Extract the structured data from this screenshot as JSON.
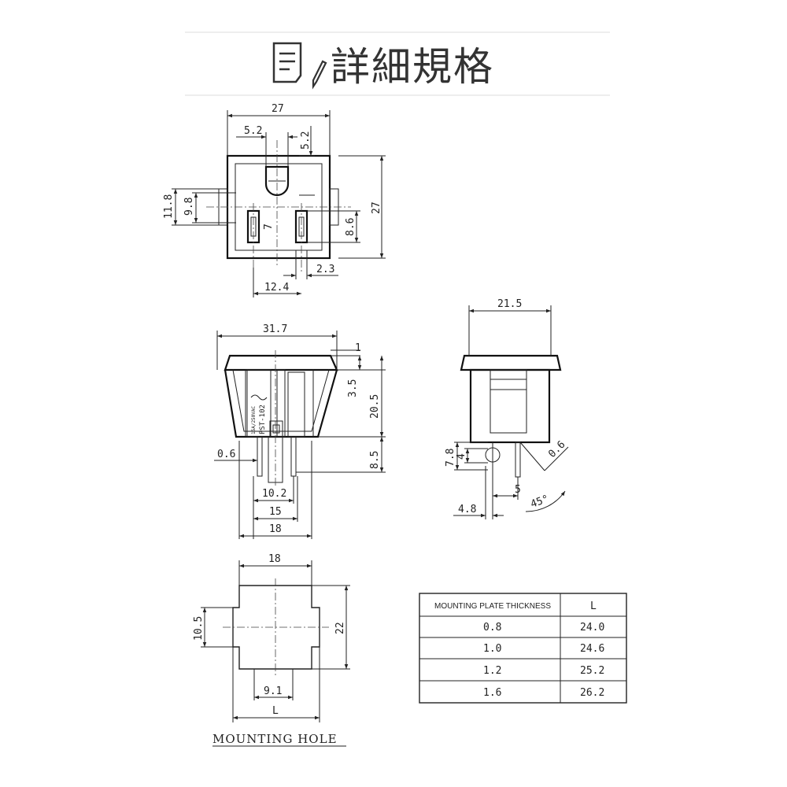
{
  "header": {
    "title": "詳細規格",
    "icon": "document-pencil-icon"
  },
  "front_view": {
    "width": "27",
    "top_left_offset": "5.2",
    "top_pin_height": "5.2",
    "height_left_outer": "11.8",
    "height_left_inner": "9.8",
    "height_right": "27",
    "slot_height": "8.6",
    "slot_width": "2.3",
    "slot_spacing": "12.4",
    "slot_marker": "7"
  },
  "side_view": {
    "width": "31.7",
    "flange": "1",
    "h_top": "3.5",
    "h_body": "20.5",
    "h_pins": "8.5",
    "pin_thickness": "0.6",
    "pin_span": "10.2",
    "base_width": "15",
    "total_width": "18",
    "label_line1": "15A/250VAC",
    "label_line2": "PST-102"
  },
  "end_view": {
    "width": "21.5",
    "h_outer": "7.8",
    "h_inner": "4",
    "pin_thickness": "0.6",
    "pin_offset": "5",
    "base_offset": "4.8",
    "angle": "45°"
  },
  "mounting_hole": {
    "title": "MOUNTING HOLE",
    "top_width": "18",
    "side_height": "10.5",
    "total_height": "22",
    "bottom_width": "9.1",
    "length_label": "L"
  },
  "table": {
    "header": [
      "MOUNTING PLATE THICKNESS",
      "L"
    ],
    "rows": [
      [
        "0.8",
        "24.0"
      ],
      [
        "1.0",
        "24.6"
      ],
      [
        "1.2",
        "25.2"
      ],
      [
        "1.6",
        "26.2"
      ]
    ]
  }
}
